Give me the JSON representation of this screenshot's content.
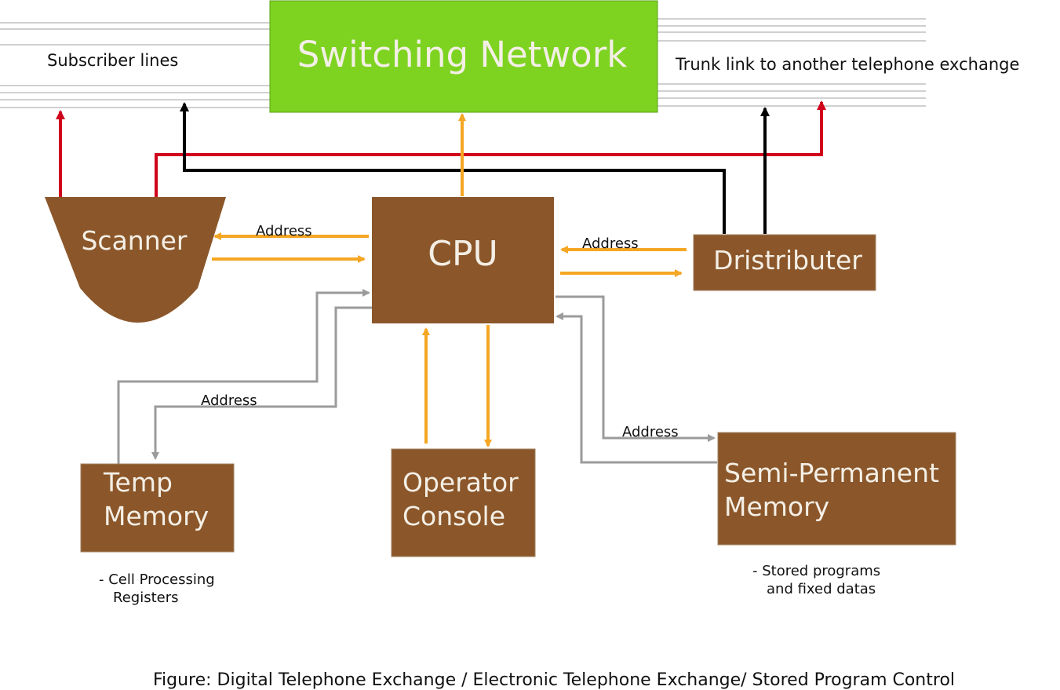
{
  "blocks": {
    "switching_network": "Switching Network",
    "scanner": "Scanner",
    "cpu": "CPU",
    "distributer": "Dristributer",
    "temp_memory": [
      "Temp",
      "Memory"
    ],
    "operator_console": [
      "Operator",
      "Console"
    ],
    "semi_permanent_memory": [
      "Semi-Permanent",
      "Memory"
    ]
  },
  "labels": {
    "subscriber_lines": "Subscriber lines",
    "trunk_link": "Trunk link to another telephone exchange",
    "address": "Address"
  },
  "notes": {
    "temp_memory": [
      "- Cell Processing",
      "Registers"
    ],
    "semi_permanent_memory": [
      "- Stored programs",
      "and fixed datas"
    ]
  },
  "caption": "Figure: Digital Telephone Exchange / Electronic Telephone Exchange/ Stored Program Control",
  "colors": {
    "switching_network": "#7ed321",
    "block": "#8b572a",
    "control_arrow": "#f5a623",
    "red_line": "#d0021b",
    "black_line": "#000000",
    "gray_line": "#9b9b9b",
    "line_rule": "#a0a0a0"
  }
}
